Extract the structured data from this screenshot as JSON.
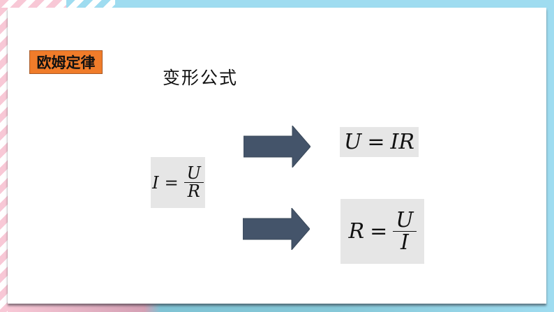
{
  "slide": {
    "section_label": "欧姆定律",
    "title": "变形公式",
    "colors": {
      "label_bg": "#f07c2a",
      "arrow_fill": "#44546a",
      "formula_bg": "#e6e6e6",
      "frame_pink": "#f8c8d6",
      "frame_blue": "#9fdcf0"
    },
    "formulas": {
      "main": {
        "lhs": "I",
        "eq": "=",
        "num": "U",
        "den": "R"
      },
      "voltage": {
        "lhs": "U",
        "eq": "=",
        "rhs": "IR"
      },
      "resistance": {
        "lhs": "R",
        "eq": "=",
        "num": "U",
        "den": "I"
      }
    },
    "arrows": [
      {
        "name": "arrow-to-voltage",
        "direction": "right"
      },
      {
        "name": "arrow-to-resistance",
        "direction": "right"
      }
    ]
  }
}
